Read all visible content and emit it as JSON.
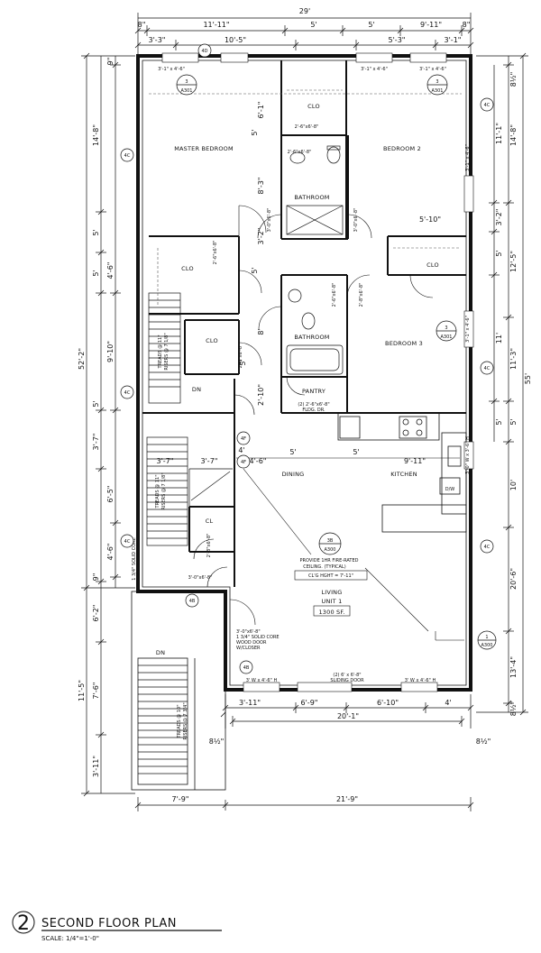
{
  "title": {
    "number": "2",
    "name": "SECOND FLOOR PLAN",
    "scale": "SCALE: 1/4\"=1'-0\""
  },
  "dimensions": {
    "overall_width": "29'",
    "top_row1": [
      "8\"",
      "11'-11\"",
      "5'",
      "5'",
      "9'-11\"",
      "8\""
    ],
    "top_row2": [
      "3'-3\"",
      "10'-5\"",
      "5'-3\"",
      "3'-1\""
    ],
    "bottom_row1": [
      "3'-11\"",
      "6'-9\"",
      "6'-10\"",
      "4'"
    ],
    "bottom_row2": [
      "20'-1\""
    ],
    "bottom_side": [
      "8½\"",
      "8½\""
    ],
    "bottom_overall": [
      "7'-9\"",
      "21'-9\""
    ],
    "left_outer": [
      "52'-2\"",
      "11'-5\""
    ],
    "left_mid": [
      "14'-8\"",
      "5'",
      "5'",
      "5'",
      "3'-7\"",
      "9\"",
      "6'-2\"",
      "7'-6\"",
      "3'-11\""
    ],
    "left_inner": [
      "9\"",
      "4'-6\"",
      "9'-10\"",
      "6'-5\"",
      "4'-6\""
    ],
    "right_outer": [
      "55'"
    ],
    "right_mid": [
      "8½\"",
      "14'-8\"",
      "12'-5\"",
      "11'-3\"",
      "5'",
      "10'",
      "20'-6\"",
      "13'-4\"",
      "8½\""
    ],
    "right_inner": [
      "11'-1\"",
      "3'-2\"",
      "5'",
      "11'",
      "5'"
    ],
    "interior": [
      "6'-1\"",
      "5'",
      "8'-3\"",
      "3'-2\"",
      "5'",
      "8'",
      "2'-10\"",
      "5'-10\"",
      "4'",
      "4'-6\"",
      "5'",
      "5'",
      "9'-11\"",
      "3'-7\"",
      "3'-7\"",
      "5'"
    ]
  },
  "rooms": {
    "master_bedroom": "MASTER BEDROOM",
    "bedroom2": "BEDROOM 2",
    "bedroom3": "BEDROOM 3",
    "clo": "CLO",
    "cl": "CL",
    "bathroom": "BATHROOM",
    "pantry": "PANTRY",
    "dining": "DINING",
    "kitchen": "KITCHEN",
    "living": "LIVING",
    "unit": "UNIT 1",
    "area": "1300 SF.",
    "dn": "DN",
    "dw": "D/W"
  },
  "notes": {
    "ceiling": [
      "PROVIDE 1HR FIRE-RATED",
      "CEILING. (TYPICAL)"
    ],
    "ceiling_height": "CL'G HGHT = 7'-11\"",
    "window_size": "3'-1\" x 4'-6\"",
    "window_size_living": "3' W x 4'-6\" H",
    "door_26": "2'-6\"x6'-8\"",
    "door_28": "2'-8\"x6'-8\"",
    "door_36": "3'-0\"x6'-8\"",
    "sliding": [
      "(2) 6' x 6'-8\"",
      "SLIDING DOOR"
    ],
    "pantry_door": [
      "(2) 2'-6\"x6'-8\"",
      "FLDG. DR."
    ],
    "solid_core": [
      "3'-0\"x6'-8\"",
      "1 3/4\" SOLID CORE",
      "WOOD DOOR",
      "W/CLOSER"
    ],
    "stair_note": [
      "TREADS @ 11\"",
      "RISERS @ 7 1/8\""
    ],
    "stair_note2": [
      "TREADS @ 10\"",
      "RISERS @ 7 3/4\""
    ],
    "stair_note3": [
      "TREADS @ 11\"",
      "RISERS @ 7 1/8\""
    ],
    "window_kitchen": "3'-0\" W x 3'-6\" H"
  },
  "tags": {
    "t4c": "4C",
    "t4b": "4B",
    "t4d": "4D",
    "t4f": "4F",
    "sec_num3": "3",
    "sec_a301": "A301",
    "sec_3b": "3B",
    "sec_a300": "A300",
    "sec_1": "1",
    "sec_a300b": "A300"
  }
}
